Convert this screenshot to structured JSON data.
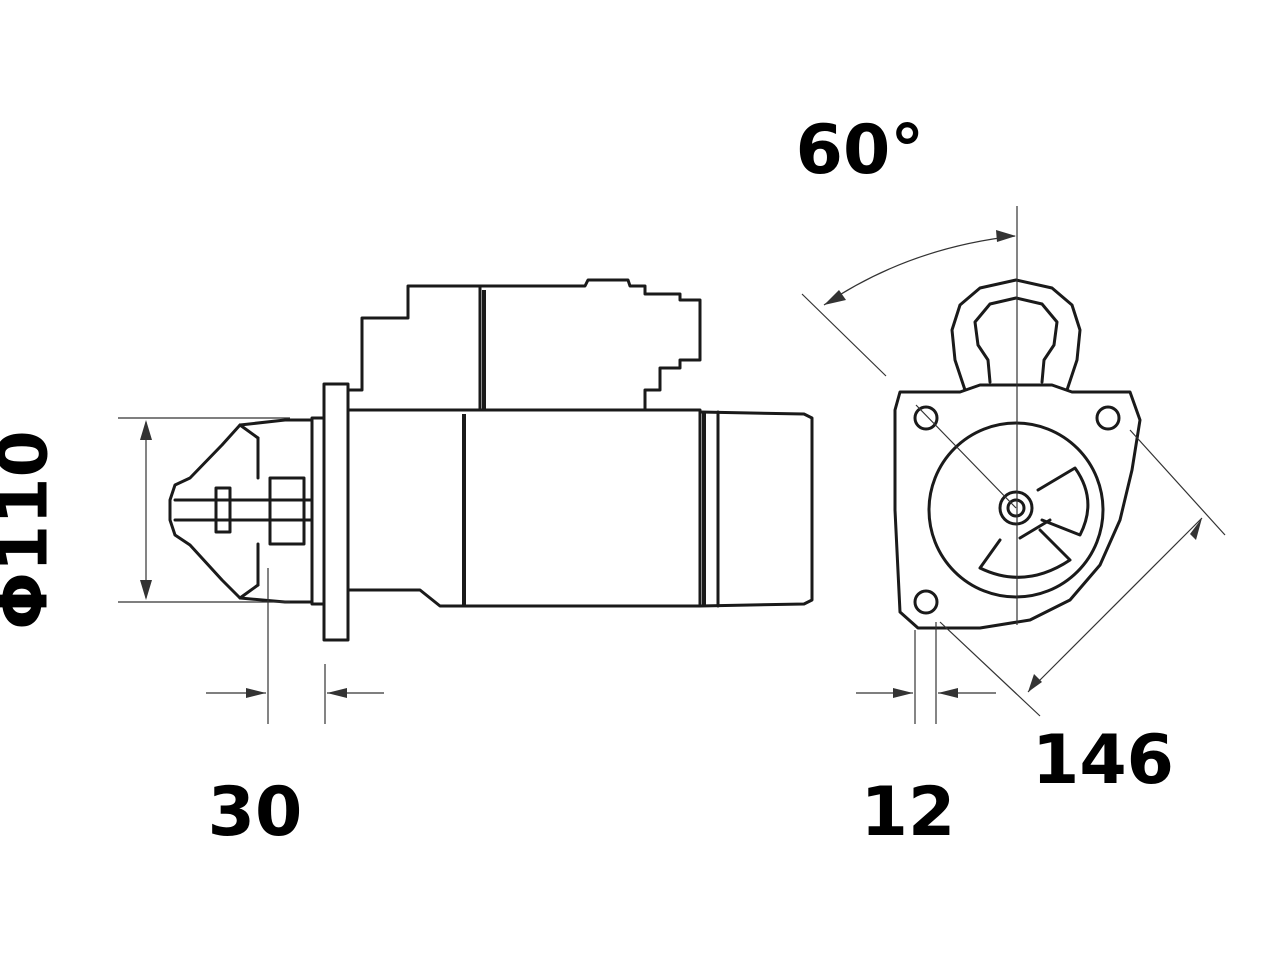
{
  "dimensions": {
    "diameter": "Φ110",
    "pinion_offset": "30",
    "angle": "60°",
    "flange_thickness": "12",
    "bolt_spacing": "146"
  },
  "colors": {
    "line": "#1a1a1a",
    "dimension_line": "#333333",
    "text": "#000000",
    "background": "#ffffff"
  }
}
